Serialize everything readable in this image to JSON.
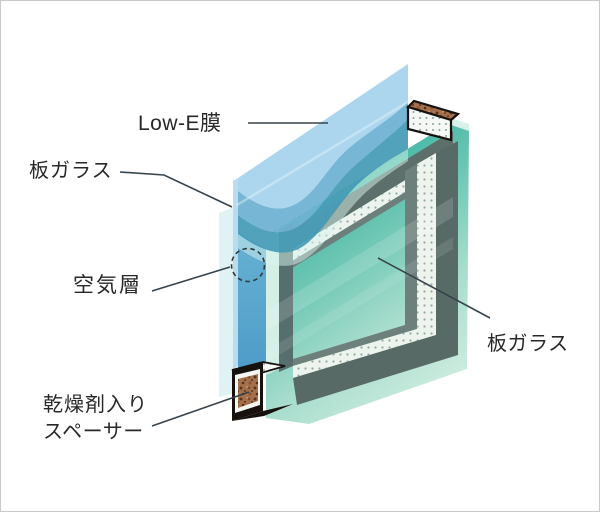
{
  "diagram": {
    "type": "insulated-glazing-cross-section",
    "labels": {
      "low_e_film": "Low-E膜",
      "front_glass": "板ガラス",
      "air_layer": "空気層",
      "spacer_line1": "乾燥剤入り",
      "spacer_line2": "スペーサー",
      "rear_glass": "板ガラス"
    },
    "colors": {
      "background": "#ffffff",
      "border": "#c9c9c9",
      "film_light_blue": "#a7d3ed",
      "film_medium_blue": "#6fb2d2",
      "film_deep_teal": "#4a9db8",
      "film_edge_strip": "#58a8d0",
      "glass_emerald": "#3db5a3",
      "glass_mint": "#cdecdf",
      "frame_gray": "#586a66",
      "spacer_desiccant_brown": "#a5714d",
      "spacer_box_black": "#17110d",
      "leader_line": "#37434c",
      "label_text": "#282828"
    }
  }
}
